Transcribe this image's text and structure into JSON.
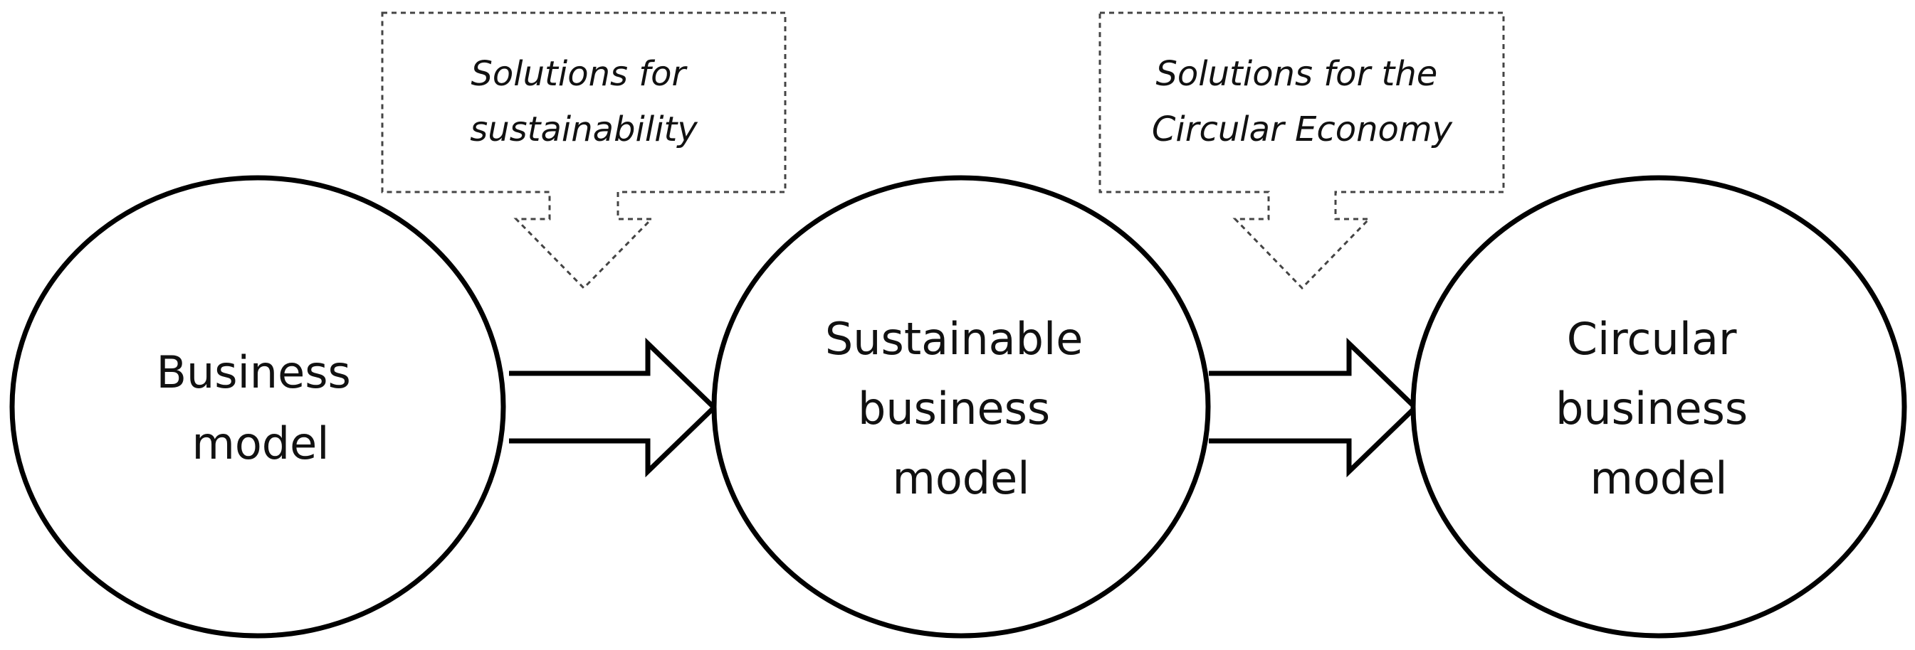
{
  "nodes": [
    {
      "id": "business-model",
      "lines": [
        "Business",
        "model"
      ]
    },
    {
      "id": "sustainable-business-model",
      "lines": [
        "Sustainable",
        "business",
        "model"
      ]
    },
    {
      "id": "circular-business-model",
      "lines": [
        "Circular",
        "business",
        "model"
      ]
    }
  ],
  "callouts": [
    {
      "id": "solutions-sustainability",
      "lines": [
        "Solutions for",
        "sustainability"
      ]
    },
    {
      "id": "solutions-circular-economy",
      "lines": [
        "Solutions for the",
        "Circular Economy"
      ]
    }
  ],
  "colors": {
    "stroke": "#000000",
    "dashed_stroke": "#444444",
    "text": "#111111",
    "background": "#ffffff"
  }
}
